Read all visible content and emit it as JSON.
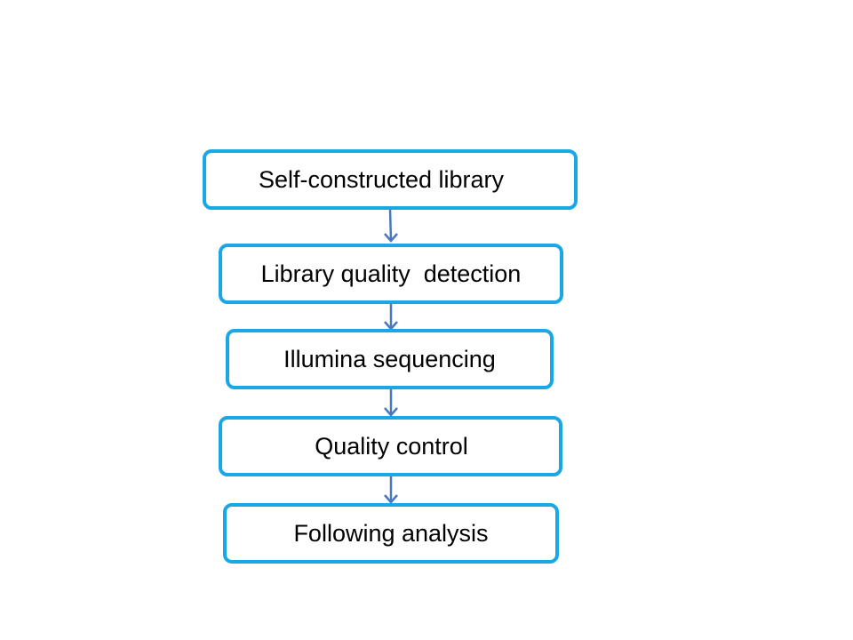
{
  "diagram": {
    "steps": [
      {
        "label": "Self-constructed library"
      },
      {
        "label": "Library quality  detection"
      },
      {
        "label": "Illumina sequencing"
      },
      {
        "label": "Quality control"
      },
      {
        "label": "Following analysis"
      }
    ],
    "colors": {
      "box_border": "#1aa7e6",
      "arrow": "#4a78b8",
      "text": "#000000",
      "background": "#ffffff"
    }
  }
}
